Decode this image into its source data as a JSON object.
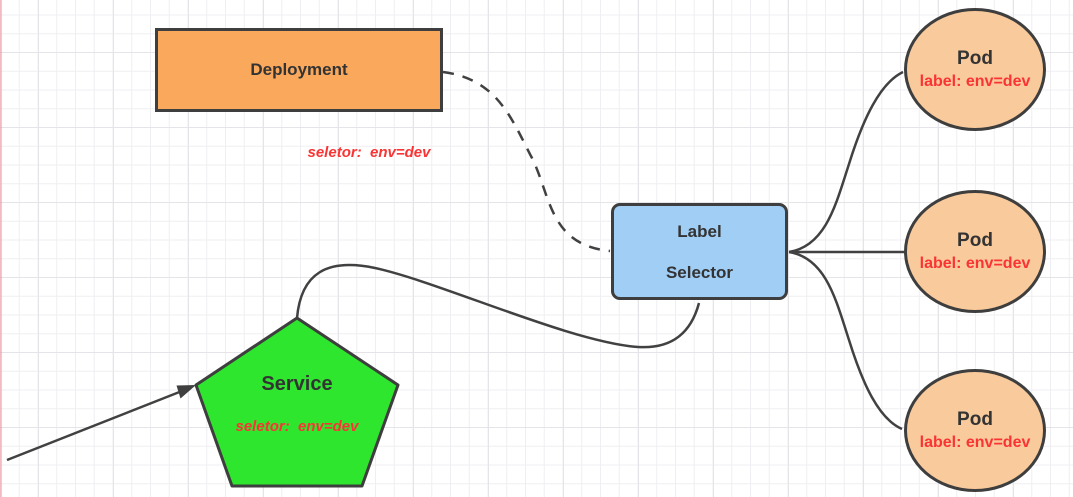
{
  "colors": {
    "connector": "#414141",
    "node_border": "#3e3e3e",
    "deployment_fill": "#f9a85c",
    "pod_fill": "#f9ca9c",
    "service_fill": "#2fe62f",
    "selector_fill": "#a0cef5",
    "title_text": "#333333",
    "annotation_red": "#fa3434"
  },
  "nodes": {
    "deployment": {
      "label": "Deployment",
      "selector_note": "seletor:  env=dev"
    },
    "service": {
      "label": "Service",
      "selector_note": "seletor:  env=dev"
    },
    "label_selector": {
      "line1": "Label",
      "line2": "Selector"
    },
    "pods": [
      {
        "label": "Pod",
        "sublabel": "label: env=dev"
      },
      {
        "label": "Pod",
        "sublabel": "label: env=dev"
      },
      {
        "label": "Pod",
        "sublabel": "label: env=dev"
      }
    ]
  }
}
